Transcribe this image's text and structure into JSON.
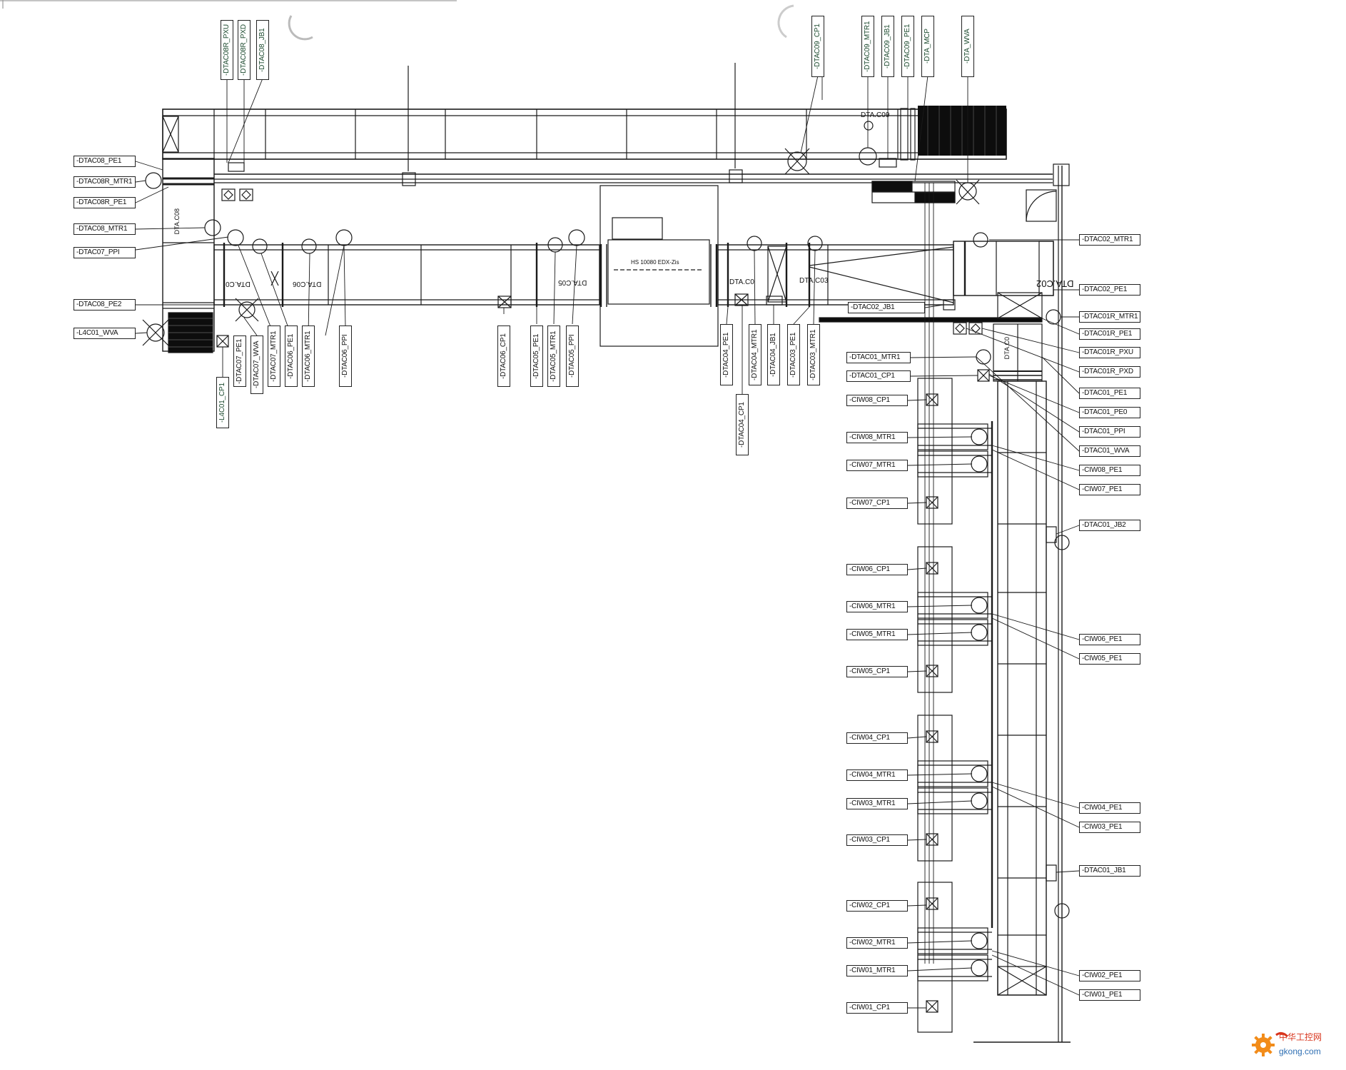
{
  "labels_left": [
    "-DTAC08_PE1",
    "-DTAC08R_MTR1",
    "-DTAC08R_PE1",
    "-DTAC08_MTR1",
    "-DTAC07_PPI",
    "-DTAC08_PE2",
    "-L4C01_WVA"
  ],
  "labels_top": [
    "-DTAC08R_PXU",
    "-DTAC08R_PXD",
    "-DTAC08_JB1",
    "-DTAC09_CP1",
    "-DTAC09_MTR1",
    "-DTAC09_JB1",
    "-DTAC09_PE1",
    "-DTA_MCP",
    "-DTA_WVA"
  ],
  "labels_bottom": [
    "-L4C01_CP1",
    "-DTAC07_PE1",
    "-DTAC07_WVA",
    "-DTAC07_MTR1",
    "-DTAC06_PE1",
    "-DTAC06_MTR1",
    "-DTAC06_PPI",
    "-DTAC06_CP1",
    "-DTAC05_PE1",
    "-DTAC05_MTR1",
    "-DTAC05_PPI",
    "-DTAC04_PE1",
    "-DTAC04_CP1",
    "-DTAC04_MTR1",
    "-DTAC04_JB1",
    "-DTAC03_PE1",
    "-DTAC03_MTR1"
  ],
  "labels_middle": [
    "-DTAC02_JB1",
    "-DTAC01_MTR1",
    "-DTAC01_CP1",
    "-CIW08_CP1",
    "-CIW08_MTR1",
    "-CIW07_MTR1",
    "-CIW07_CP1",
    "-CIW06_CP1",
    "-CIW06_MTR1",
    "-CIW05_MTR1",
    "-CIW05_CP1",
    "-CIW04_CP1",
    "-CIW04_MTR1",
    "-CIW03_MTR1",
    "-CIW03_CP1",
    "-CIW02_CP1",
    "-CIW02_MTR1",
    "-CIW01_MTR1",
    "-CIW01_CP1"
  ],
  "labels_right": [
    "-DTAC02_MTR1",
    "-DTAC02_PE1",
    "-DTAC01R_MTR1",
    "-DTAC01R_PE1",
    "-DTAC01R_PXU",
    "-DTAC01R_PXD",
    "-DTAC01_PE1",
    "-DTAC01_PE0",
    "-DTAC01_PPI",
    "-DTAC01_WVA",
    "-CIW08_PE1",
    "-CIW07_PE1",
    "-DTAC01_JB2",
    "-CIW06_PE1",
    "-CIW05_PE1",
    "-CIW04_PE1",
    "-CIW03_PE1",
    "-DTAC01_JB1",
    "-CIW02_PE1",
    "-CIW01_PE1"
  ],
  "conveyor_tags": [
    "DTA.C09",
    "DTA.C08",
    "DTA.C0",
    "DTA.C06",
    "DTA.C05",
    "DTA.C0",
    "DTA.C03",
    "DTA.C02",
    "DTA.C0"
  ],
  "machine_text": "HS 10080 EDX-Zis",
  "watermark": {
    "brand_cn": "中华工控网",
    "domain": "gkong.com"
  },
  "colors": {
    "line": "#1a1a1a",
    "fill_dark": "#0d0d0d",
    "label_green": "#1c4a2e",
    "logo_orange": "#f28c1a",
    "logo_red": "#d8341c"
  }
}
